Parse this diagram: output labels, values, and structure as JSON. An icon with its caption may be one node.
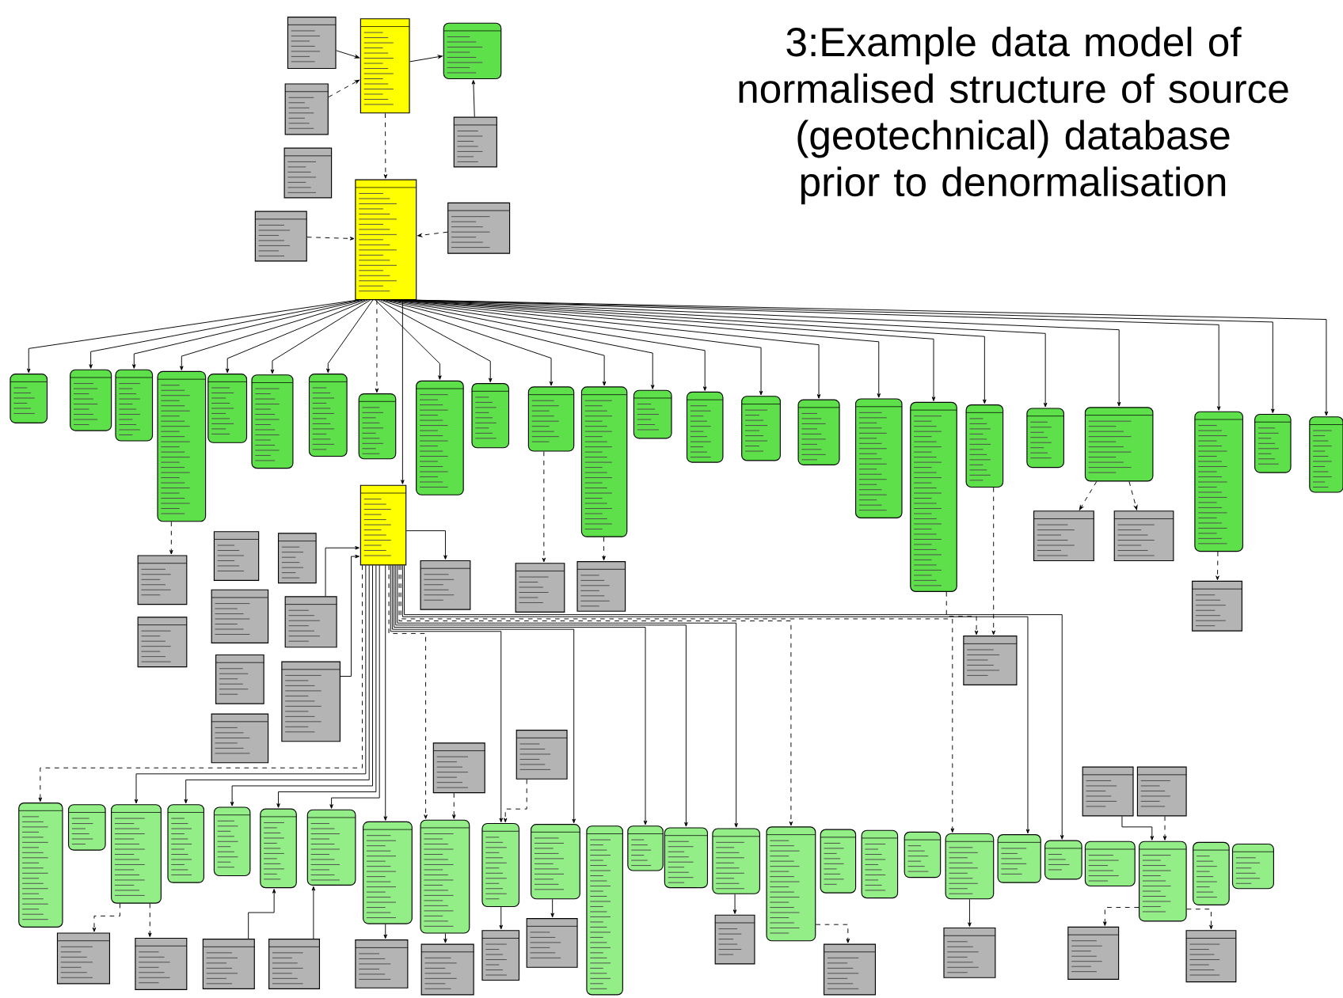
{
  "diagram": {
    "title": "3:Example data model of normalised structure of source (geotechnical) database prior to denormalisation",
    "nodes": [
      {
        "text": [],
        "shape": "box"
      },
      {
        "text": [],
        "shape": "box"
      },
      {
        "text": [],
        "shape": "box"
      },
      {
        "text": [],
        "shape": "box"
      },
      {
        "text": [],
        "shape": "box"
      },
      {
        "text": [],
        "shape": "box"
      },
      {
        "text": [],
        "shape": "box"
      },
      {
        "text": [],
        "shape": "box"
      },
      {
        "text": [],
        "shape": "box"
      },
      {
        "text": [],
        "shape": "box"
      },
      {
        "text": [],
        "shape": "box"
      },
      {
        "text": [],
        "shape": "box"
      },
      {
        "text": [],
        "shape": "box"
      },
      {
        "text": [],
        "shape": "box"
      },
      {
        "text": [],
        "shape": "box"
      },
      {
        "text": [],
        "shape": "box"
      },
      {
        "text": [],
        "shape": "box"
      },
      {
        "text": [],
        "shape": "box"
      },
      {
        "text": [],
        "shape": "box"
      },
      {
        "text": [],
        "shape": "box"
      },
      {
        "text": [],
        "shape": "box"
      },
      {
        "text": [],
        "shape": "box"
      },
      {
        "text": [],
        "shape": "box"
      },
      {
        "text": [],
        "shape": "box"
      },
      {
        "text": [],
        "shape": "box"
      },
      {
        "text": [],
        "shape": "box"
      },
      {
        "text": [],
        "shape": "box"
      },
      {
        "text": [],
        "shape": "box"
      },
      {
        "text": [],
        "shape": "box"
      },
      {
        "text": [],
        "shape": "box"
      },
      {
        "text": [],
        "shape": "box"
      },
      {
        "text": [],
        "shape": "box"
      },
      {
        "text": [],
        "shape": "box"
      },
      {
        "text": [],
        "shape": "box"
      },
      {
        "text": [],
        "shape": "box"
      },
      {
        "text": [],
        "shape": "box"
      },
      {
        "text": [],
        "shape": "box"
      },
      {
        "text": [],
        "shape": "box"
      },
      {
        "text": [],
        "shape": "box"
      },
      {
        "text": [],
        "shape": "box"
      },
      {
        "text": [],
        "shape": "box"
      },
      {
        "text": [],
        "shape": "box"
      },
      {
        "text": [],
        "shape": "box"
      },
      {
        "text": [],
        "shape": "box"
      },
      {
        "text": [],
        "shape": "box"
      },
      {
        "text": [],
        "shape": "box"
      },
      {
        "text": [],
        "shape": "box"
      },
      {
        "text": [],
        "shape": "box"
      },
      {
        "text": [],
        "shape": "box"
      },
      {
        "text": [],
        "shape": "box"
      },
      {
        "text": [],
        "shape": "box"
      },
      {
        "text": [],
        "shape": "box"
      },
      {
        "text": [],
        "shape": "box"
      },
      {
        "text": [],
        "shape": "box"
      },
      {
        "text": [],
        "shape": "box"
      },
      {
        "text": [],
        "shape": "box"
      },
      {
        "text": [],
        "shape": "box"
      },
      {
        "text": [],
        "shape": "box"
      },
      {
        "text": [],
        "shape": "box"
      },
      {
        "text": [],
        "shape": "box"
      },
      {
        "text": [],
        "shape": "box"
      },
      {
        "text": [],
        "shape": "box"
      },
      {
        "text": [],
        "shape": "box"
      },
      {
        "text": [],
        "shape": "box"
      },
      {
        "text": [],
        "shape": "box"
      },
      {
        "text": [],
        "shape": "box"
      },
      {
        "text": [],
        "shape": "box"
      },
      {
        "text": [],
        "shape": "box"
      },
      {
        "text": [],
        "shape": "box"
      },
      {
        "text": [],
        "shape": "box"
      },
      {
        "text": [],
        "shape": "box"
      },
      {
        "text": [],
        "shape": "box"
      },
      {
        "text": [],
        "shape": "box"
      },
      {
        "text": [],
        "shape": "box"
      },
      {
        "text": [],
        "shape": "box"
      },
      {
        "text": [],
        "shape": "box"
      },
      {
        "text": [],
        "shape": "box"
      },
      {
        "text": [],
        "shape": "box"
      },
      {
        "text": [],
        "shape": "box"
      },
      {
        "text": [],
        "shape": "box"
      },
      {
        "text": [],
        "shape": "box"
      },
      {
        "text": [],
        "shape": "box"
      },
      {
        "text": [],
        "shape": "box"
      },
      {
        "text": [],
        "shape": "box"
      },
      {
        "text": [],
        "shape": "box"
      },
      {
        "text": [],
        "shape": "box"
      },
      {
        "text": [],
        "shape": "box"
      },
      {
        "text": [],
        "shape": "box"
      },
      {
        "text": [],
        "shape": "box"
      },
      {
        "text": [],
        "shape": "box"
      },
      {
        "text": [],
        "shape": "box"
      },
      {
        "text": [],
        "shape": "box"
      },
      {
        "text": [],
        "shape": "box"
      }
    ],
    "edges": [
      {
        "from": 1,
        "to": 0,
        "arrow": "to"
      },
      {
        "from": 2,
        "to": 0,
        "arrow": "to",
        "style": "dashed"
      },
      {
        "from": 0,
        "to": 3,
        "arrow": "to"
      },
      {
        "from": 4,
        "to": 3,
        "arrow": "to"
      },
      {
        "from": 0,
        "to": 6,
        "arrow": "to",
        "style": "dashed"
      },
      {
        "from": 7,
        "to": 6,
        "arrow": "to",
        "style": "dashed"
      },
      {
        "from": 8,
        "to": 6,
        "arrow": "to",
        "style": "dashed"
      },
      {
        "from": 6,
        "to": 9,
        "arrow": "to"
      },
      {
        "from": 6,
        "to": 10,
        "arrow": "to"
      },
      {
        "from": 6,
        "to": 11,
        "arrow": "to"
      },
      {
        "from": 6,
        "to": 12,
        "arrow": "to"
      },
      {
        "from": 6,
        "to": 13,
        "arrow": "to"
      },
      {
        "from": 6,
        "to": 14,
        "arrow": "to"
      },
      {
        "from": 6,
        "to": 15,
        "arrow": "to"
      },
      {
        "from": 6,
        "to": 16,
        "arrow": "to",
        "style": "dashed"
      },
      {
        "from": 6,
        "to": 17,
        "arrow": "to"
      },
      {
        "from": 6,
        "to": 18,
        "arrow": "to"
      },
      {
        "from": 6,
        "to": 19,
        "arrow": "to"
      },
      {
        "from": 6,
        "to": 20,
        "arrow": "to"
      },
      {
        "from": 6,
        "to": 21,
        "arrow": "to"
      },
      {
        "from": 6,
        "to": 22,
        "arrow": "to"
      },
      {
        "from": 6,
        "to": 23,
        "arrow": "to"
      },
      {
        "from": 6,
        "to": 24,
        "arrow": "to"
      },
      {
        "from": 6,
        "to": 25,
        "arrow": "to"
      },
      {
        "from": 6,
        "to": 26,
        "arrow": "to"
      },
      {
        "from": 6,
        "to": 27,
        "arrow": "to"
      },
      {
        "from": 6,
        "to": 28,
        "arrow": "to"
      },
      {
        "from": 6,
        "to": 29,
        "arrow": "to"
      },
      {
        "from": 6,
        "to": 30,
        "arrow": "to"
      },
      {
        "from": 6,
        "to": 31,
        "arrow": "to"
      },
      {
        "from": 6,
        "to": 32,
        "arrow": "to"
      },
      {
        "from": 6,
        "to": 33,
        "arrow": "to"
      },
      {
        "from": 12,
        "to": 34,
        "arrow": "to",
        "style": "dashed"
      },
      {
        "from": 29,
        "to": 46,
        "arrow": "to",
        "style": "dashed"
      },
      {
        "from": 29,
        "to": 47,
        "arrow": "to",
        "style": "dashed"
      },
      {
        "from": 30,
        "to": 48,
        "arrow": "to",
        "style": "dashed"
      },
      {
        "from": 26,
        "to": 49,
        "arrow": "to",
        "style": "dashed"
      },
      {
        "from": 27,
        "to": 49,
        "arrow": "to",
        "style": "dashed"
      },
      {
        "from": 19,
        "to": 44,
        "arrow": "to",
        "style": "dashed"
      },
      {
        "from": 20,
        "to": 45,
        "arrow": "to",
        "style": "dashed"
      },
      {
        "from": 33,
        "to": 43,
        "arrow": "to"
      },
      {
        "from": 39,
        "to": 33,
        "arrow": "to"
      },
      {
        "from": 41,
        "to": 33,
        "arrow": "to"
      },
      {
        "from": 33,
        "to": 54,
        "arrow": "to",
        "style": "dashed"
      },
      {
        "from": 33,
        "to": 56,
        "arrow": "to"
      },
      {
        "from": 33,
        "to": 57,
        "arrow": "to"
      },
      {
        "from": 33,
        "to": 58,
        "arrow": "to"
      },
      {
        "from": 33,
        "to": 59,
        "arrow": "to"
      },
      {
        "from": 33,
        "to": 60,
        "arrow": "to"
      },
      {
        "from": 33,
        "to": 61,
        "arrow": "to"
      },
      {
        "from": 33,
        "to": 62,
        "arrow": "to",
        "style": "dashed"
      },
      {
        "from": 33,
        "to": 63,
        "arrow": "to"
      },
      {
        "from": 33,
        "to": 64,
        "arrow": "to"
      },
      {
        "from": 33,
        "to": 66,
        "arrow": "to"
      },
      {
        "from": 33,
        "to": 67,
        "arrow": "to"
      },
      {
        "from": 33,
        "to": 68,
        "arrow": "to"
      },
      {
        "from": 33,
        "to": 69,
        "arrow": "to",
        "style": "dashed"
      },
      {
        "from": 33,
        "to": 73,
        "arrow": "to",
        "style": "dashed"
      },
      {
        "from": 33,
        "to": 74,
        "arrow": "to"
      },
      {
        "from": 33,
        "to": 75,
        "arrow": "to"
      },
      {
        "from": 56,
        "to": 80,
        "arrow": "to",
        "style": "dashed"
      },
      {
        "from": 56,
        "to": 81,
        "arrow": "to",
        "style": "dashed"
      },
      {
        "from": 82,
        "to": 59,
        "arrow": "to"
      },
      {
        "from": 83,
        "to": 60,
        "arrow": "to"
      },
      {
        "from": 61,
        "to": 84,
        "arrow": "to"
      },
      {
        "from": 62,
        "to": 85,
        "arrow": "to"
      },
      {
        "from": 63,
        "to": 86,
        "arrow": "to"
      },
      {
        "from": 64,
        "to": 87,
        "arrow": "to"
      },
      {
        "from": 68,
        "to": 88,
        "arrow": "to"
      },
      {
        "from": 69,
        "to": 89,
        "arrow": "to",
        "style": "dashed"
      },
      {
        "from": 73,
        "to": 90,
        "arrow": "to"
      },
      {
        "from": 77,
        "to": 91,
        "arrow": "to",
        "style": "dashed"
      },
      {
        "from": 77,
        "to": 92,
        "arrow": "to",
        "style": "dashed"
      },
      {
        "from": 52,
        "to": 77,
        "arrow": "to"
      },
      {
        "from": 53,
        "to": 77,
        "arrow": "to",
        "style": "dashed"
      },
      {
        "from": 50,
        "to": 62,
        "arrow": "to",
        "style": "dashed"
      },
      {
        "from": 51,
        "to": 63,
        "arrow": "to",
        "style": "dashed"
      }
    ]
  }
}
